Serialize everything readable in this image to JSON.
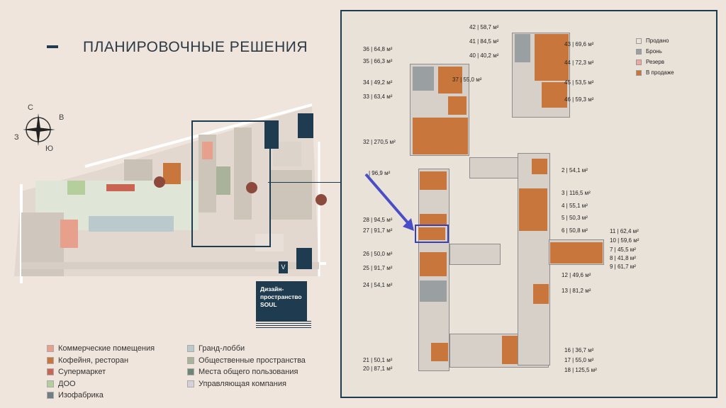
{
  "header": {
    "title": "ПЛАНИРОВОЧНЫЕ РЕШЕНИЯ"
  },
  "compass": {
    "n": "С",
    "e": "В",
    "s": "Ю",
    "w": "З"
  },
  "site": {
    "soul_text": "Дизайн-пространство SOUL",
    "soul_pin": "V"
  },
  "legend": {
    "left": [
      {
        "label": "Коммерческие помещения",
        "color": "#e6a08c"
      },
      {
        "label": "Кофейня, ресторан",
        "color": "#c8763c"
      },
      {
        "label": "Супермаркет",
        "color": "#c96552"
      },
      {
        "label": "ДОО",
        "color": "#b5cf9c"
      },
      {
        "label": "Изофабрика",
        "color": "#6e7e84"
      }
    ],
    "right": [
      {
        "label": "Гранд-лобби",
        "color": "#b9c9cc"
      },
      {
        "label": "Общественные пространства",
        "color": "#a8b39a"
      },
      {
        "label": "Места общего пользования",
        "color": "#6e8577"
      },
      {
        "label": "Управляющая компания",
        "color": "#d7d0da"
      }
    ]
  },
  "status_legend": [
    {
      "label": "Продано",
      "color": "#e9e2d9"
    },
    {
      "label": "Бронь",
      "color": "#9aa0a2"
    },
    {
      "label": "Резерв",
      "color": "#f1a7a0"
    },
    {
      "label": "В продаже",
      "color": "#c8763c"
    }
  ],
  "units": [
    "42 | 58,7 м²",
    "41 | 84,5 м²",
    "40 | 40,2 м²",
    "36 | 64,8 м²",
    "35 | 66,3 м²",
    "34 | 49,2 м²",
    "37 | 55,0 м²",
    "33 | 63,4 м²",
    "32 | 270,5 м²",
    "43 | 69,6 м²",
    "44 | 72,3 м²",
    "45 | 53,5 м²",
    "46 | 59,3 м²",
    "| 96,9 м²",
    "28 | 94,5 м²",
    "27 | 91,7 м²",
    "26 | 50,0 м²",
    "25 | 91,7 м²",
    "24 | 54,1 м²",
    "2 | 54,1 м²",
    "3 | 116,5 м²",
    "4 | 55,1 м²",
    "5 | 50,3 м²",
    "6 | 50,8 м²",
    "11 | 62,4 м²",
    "10 | 59,6 м²",
    "7 | 45,5 м²",
    "8 | 41,8 м²",
    "9 | 61,7 м²",
    "12 | 49,6 м²",
    "13 | 81,2 м²",
    "16 | 36,7 м²",
    "17 | 55,0 м²",
    "18 | 125,5 м²",
    "21 | 50,1 м²",
    "20 | 87,1 м²"
  ]
}
